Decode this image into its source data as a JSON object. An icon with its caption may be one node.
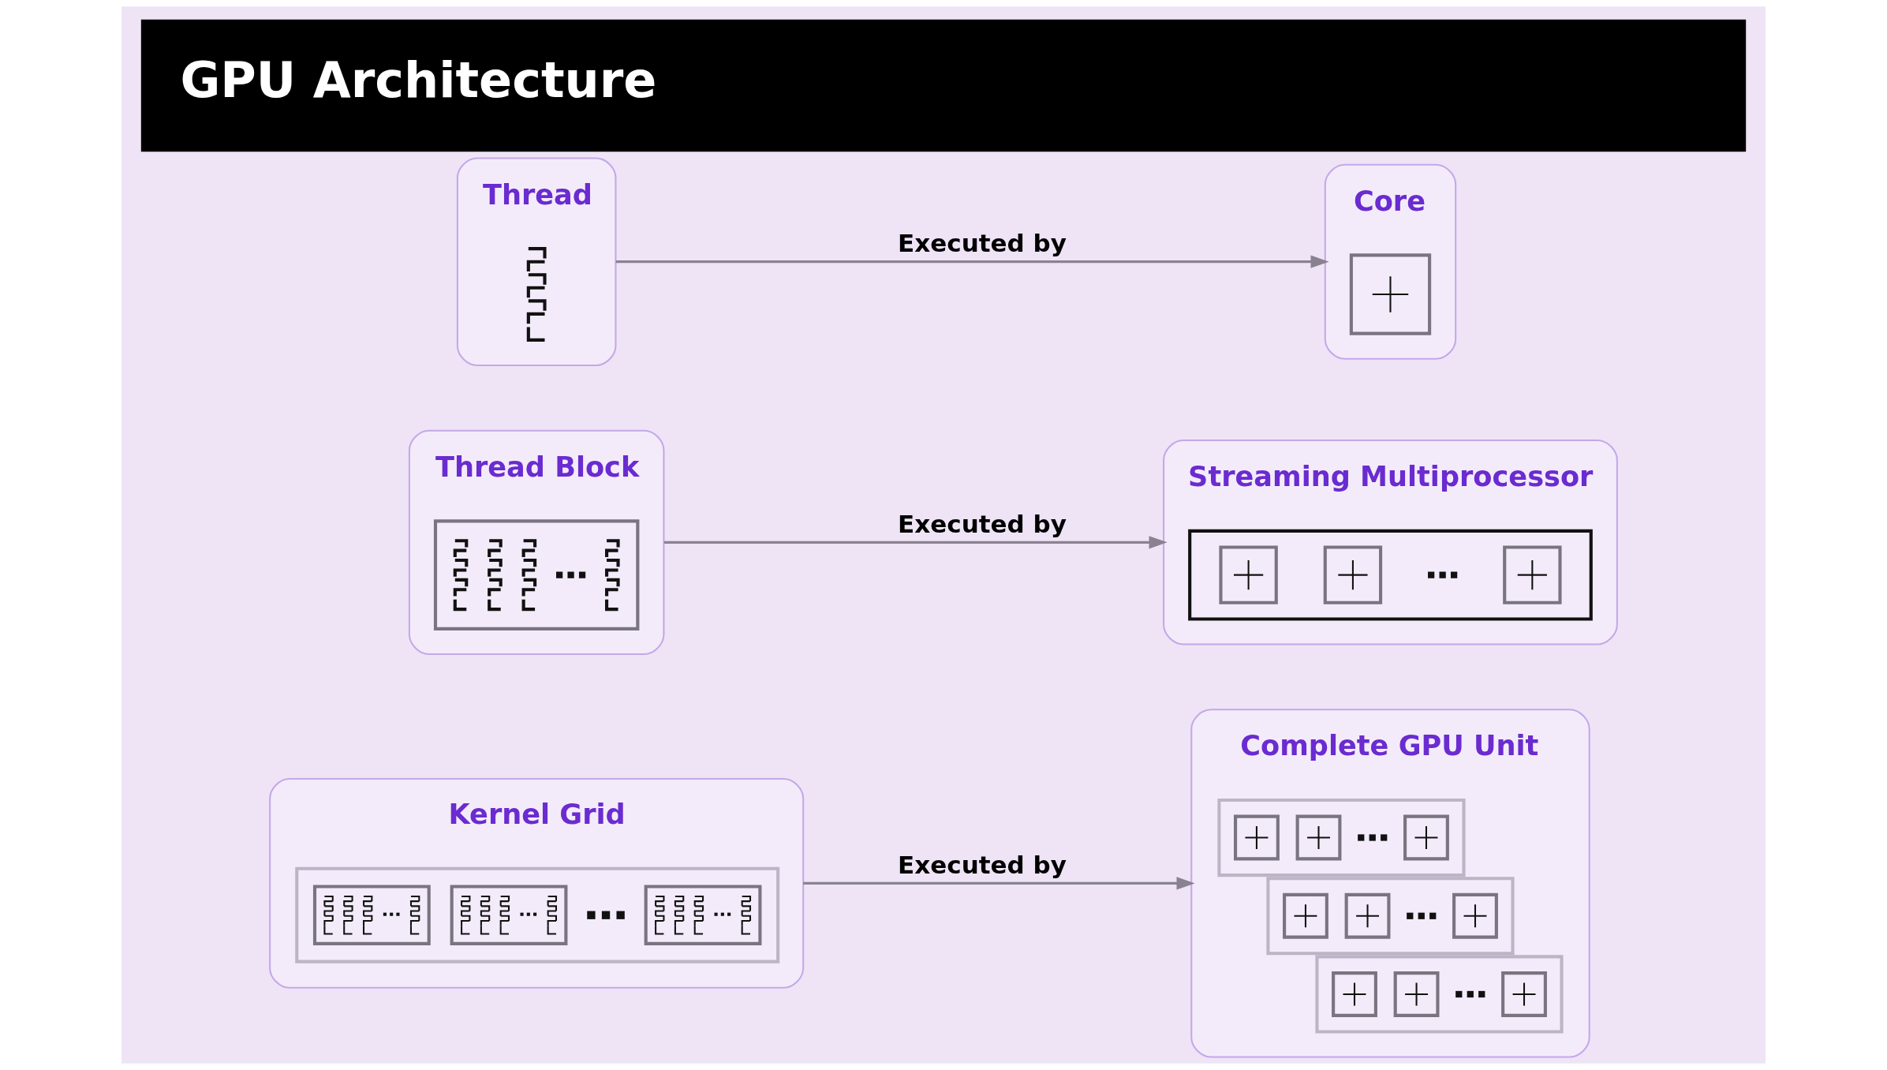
{
  "diagram": {
    "title": "GPU Architecture",
    "nodes": [
      {
        "text": [
          "Thread"
        ]
      },
      {
        "text": [
          "Core"
        ]
      },
      {
        "text": [
          "Thread Block"
        ]
      },
      {
        "text": [
          "Streaming Multiprocessor"
        ]
      },
      {
        "text": [
          "Kernel Grid"
        ]
      },
      {
        "text": [
          "Complete GPU Unit"
        ]
      }
    ],
    "edges": [
      {
        "from": 0,
        "to": 1,
        "arrow": "to",
        "label": "Executed by"
      },
      {
        "from": 2,
        "to": 3,
        "arrow": "to",
        "label": "Executed by"
      },
      {
        "from": 4,
        "to": 5,
        "arrow": "to",
        "label": "Executed by"
      }
    ]
  }
}
